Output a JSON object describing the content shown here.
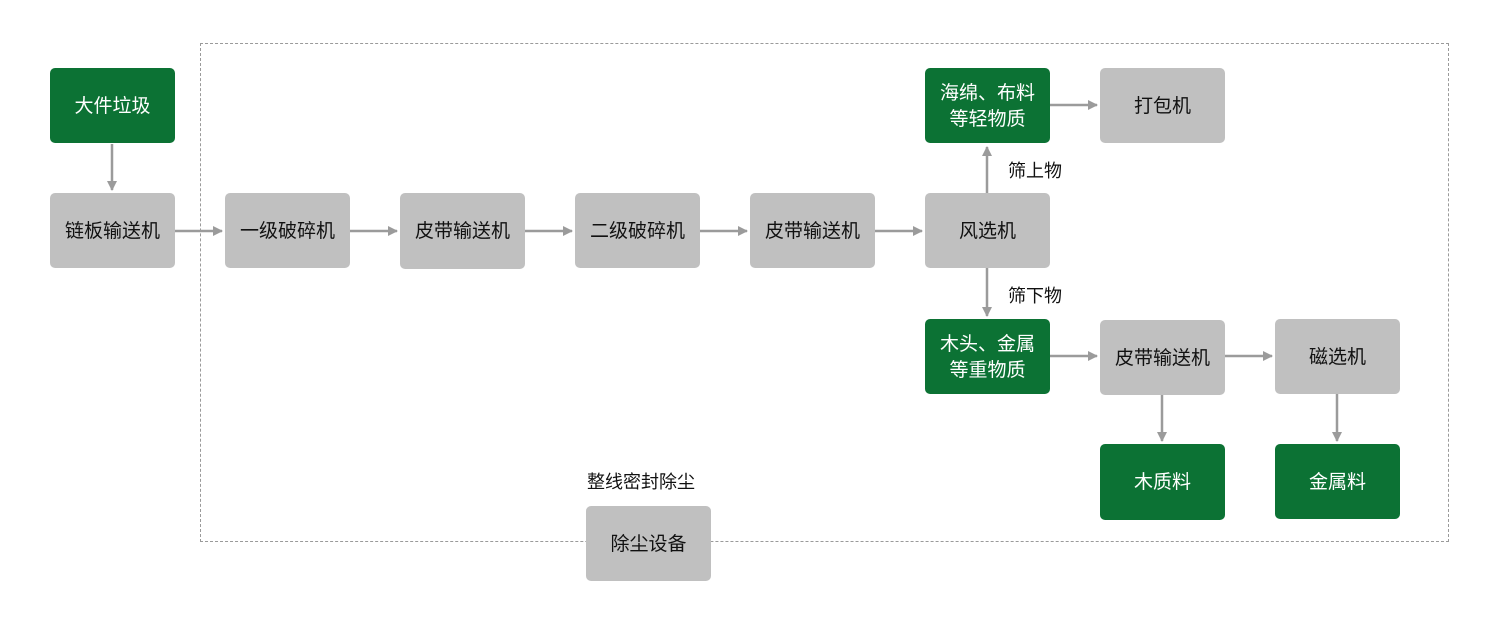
{
  "colors": {
    "process": "#c0c0c0",
    "material": "#0c7234",
    "arrow": "#9b9b9b",
    "border": "#9a9a9a"
  },
  "nodes": {
    "bulky_waste": "大件垃圾",
    "chain_conveyor": "链板输送机",
    "primary_crusher": "一级破碎机",
    "belt_conveyor_1": "皮带输送机",
    "secondary_crusher": "二级破碎机",
    "belt_conveyor_2": "皮带输送机",
    "air_separator": "风选机",
    "light_material": "海绵、布料\n等轻物质",
    "baler": "打包机",
    "heavy_material": "木头、金属\n等重物质",
    "belt_conveyor_3": "皮带输送机",
    "magnetic_separator": "磁选机",
    "wood_material": "木质料",
    "metal_material": "金属料",
    "dust_equipment": "除尘设备"
  },
  "labels": {
    "oversize": "筛上物",
    "undersize": "筛下物",
    "sealing": "整线密封除尘"
  }
}
